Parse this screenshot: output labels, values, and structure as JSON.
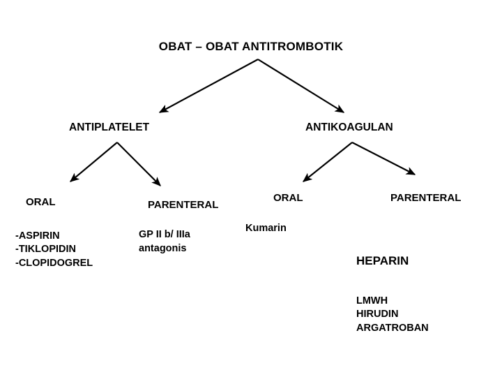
{
  "diagram": {
    "title": "OBAT – OBAT ANTITROMBOTIK",
    "background_color": "#ffffff",
    "line_color": "#000000",
    "level2": {
      "antiplatelet": "ANTIPLATELET",
      "antikoagulan": "ANTIKOAGULAN"
    },
    "level3": {
      "antiplatelet_oral": "ORAL",
      "antiplatelet_parenteral": "PARENTERAL",
      "antikoagulan_oral": "ORAL",
      "antikoagulan_parenteral": "PARENTERAL"
    },
    "leaves": {
      "antiplatelet_oral_drugs": "-ASPIRIN\n-TIKLOPIDIN\n-CLOPIDOGREL",
      "antiplatelet_parenteral_drugs": "GP II b/ IIIa\nantagonis",
      "antikoagulan_oral_drugs": "Kumarin",
      "antikoagulan_parenteral_head": "HEPARIN",
      "antikoagulan_parenteral_rest": "LMWH\nHIRUDIN\nARGATROBAN"
    }
  }
}
